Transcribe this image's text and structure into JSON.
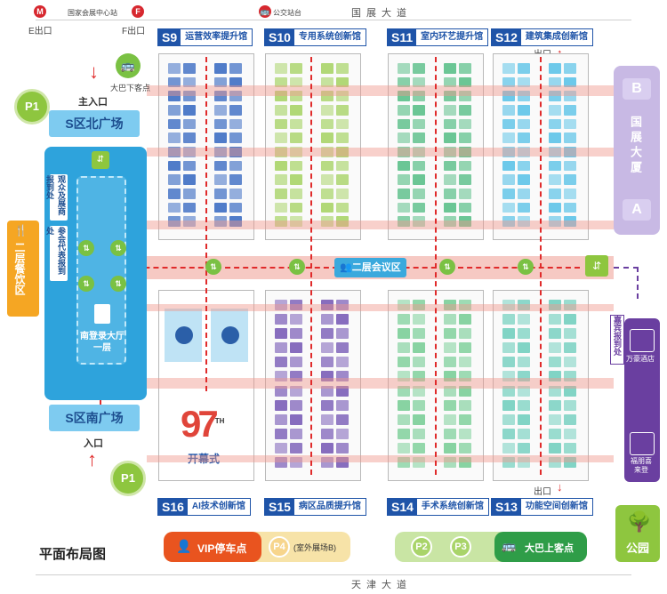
{
  "roads": {
    "north": "国展大道",
    "south": "天津大道"
  },
  "top_labels": {
    "metro_center": "国家会展中心站",
    "metro_f_icon": "F",
    "bus_stop": "公交站台",
    "e_exit": "E出口",
    "f_exit": "F出口"
  },
  "halls_top": [
    {
      "id": "S9",
      "name": "运营效率提升馆"
    },
    {
      "id": "S10",
      "name": "专用系统创新馆"
    },
    {
      "id": "S11",
      "name": "室内环艺提升馆"
    },
    {
      "id": "S12",
      "name": "建筑集成创新馆"
    }
  ],
  "halls_bottom": [
    {
      "id": "S16",
      "name": "AI技术创新馆"
    },
    {
      "id": "S15",
      "name": "病区品质提升馆"
    },
    {
      "id": "S14",
      "name": "手术系统创新馆"
    },
    {
      "id": "S13",
      "name": "功能空间创新馆"
    }
  ],
  "exits": {
    "top": "出口",
    "bottom": "出口"
  },
  "left_area": {
    "main_entrance": "主入口",
    "entrance": "入口",
    "north_plaza": "S区北广场",
    "south_plaza": "S区南广场",
    "visitor_reg": "观众及展商报到处",
    "delegate_reg": "参会代表报到处",
    "lobby": "南登录大厅一层",
    "dining": "二层餐饮区",
    "p1_top": "P1",
    "p1_bottom": "P1",
    "bus_drop": "大巴下客点"
  },
  "center": {
    "conference": "二层会议区"
  },
  "opening": {
    "logo": "97",
    "logo_sup": "TH",
    "text": "开幕式"
  },
  "right_area": {
    "tower_b": "B",
    "tower_name": "国展大厦",
    "tower_a": "A",
    "vip_reg": "嘉宾报到处",
    "hotel": "万豪酒店",
    "hotel2": "福朋喜来登",
    "park": "公园"
  },
  "legend": {
    "vip_parking": "VIP停车点",
    "p4": "P4",
    "p4_note": "(室外展场B)",
    "p2": "P2",
    "p3": "P3",
    "bus_pick": "大巴上客点"
  },
  "map_title": "平面布局图",
  "colors": {
    "hall_header": "#1f54a8",
    "s9": "#3f6fc4",
    "s10": "#a9d46a",
    "s11": "#5cc08a",
    "s12": "#5fc4e8",
    "s15": "#7b5fb8",
    "s14": "#7ccf99",
    "s13": "#74d0bf",
    "route": "#e02b2b"
  }
}
